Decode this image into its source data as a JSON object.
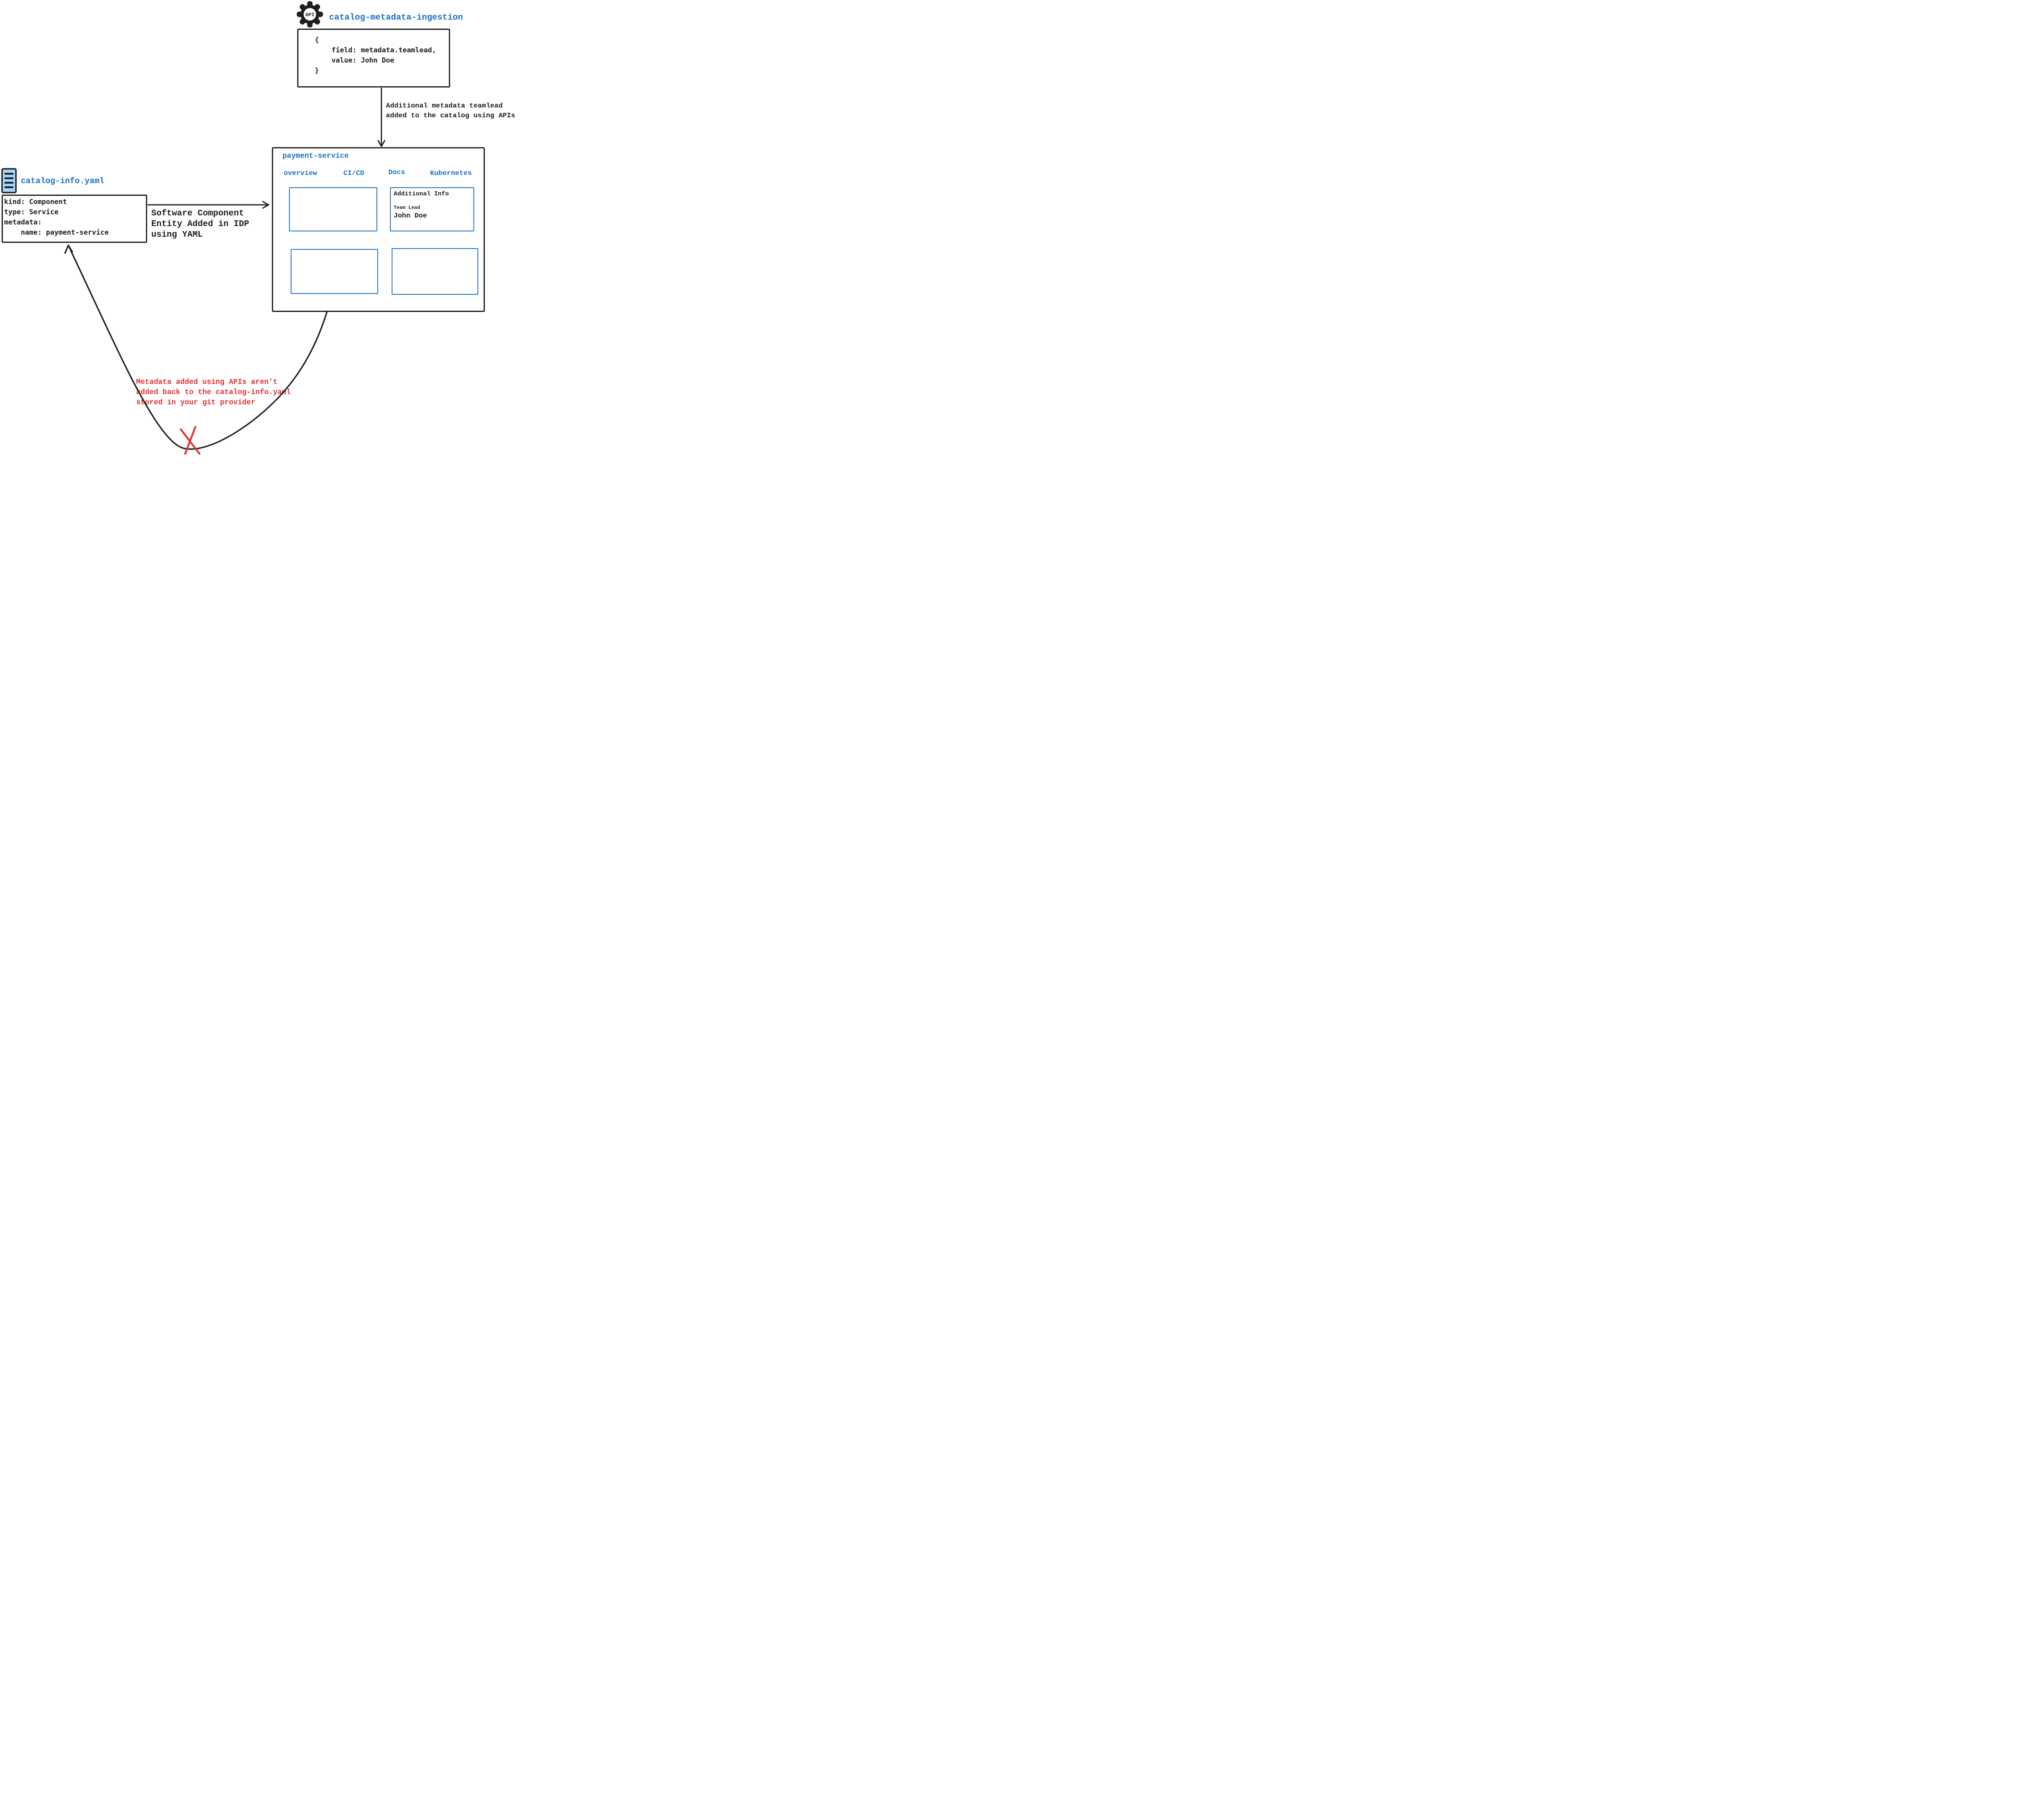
{
  "colors": {
    "accent_blue": "#1971c2",
    "alert_red": "#e03131",
    "ink_black": "#1e1e1e",
    "icon_fill_blue": "#a5d8ff"
  },
  "api_node": {
    "icon_label": "API",
    "title": "catalog-metadata-ingestion",
    "code_lines": [
      "{",
      "    field: metadata.teamlead,",
      "    value: John Doe",
      "}"
    ]
  },
  "api_arrow_label": [
    "Additional metadata teamlead",
    "added to the catalog using APIs"
  ],
  "yaml_node": {
    "title": "catalog-info.yaml",
    "code_lines": [
      "kind: Component",
      "type: Service",
      "metadata:",
      "    name: payment-service"
    ]
  },
  "yaml_arrow_label": [
    "Software Component",
    "Entity Added in IDP",
    "using YAML"
  ],
  "idp_node": {
    "title": "payment-service",
    "tabs": [
      "overview",
      "CI/CD",
      "Docs",
      "Kubernetes"
    ],
    "docs_card": {
      "heading": "Additional Info",
      "field_label": "Team Lead",
      "field_value": "John Doe"
    }
  },
  "return_arrow_label": [
    "Metadata added using APIs aren't",
    "added back to the catalog-info.yaml",
    "stored in your git provider"
  ]
}
